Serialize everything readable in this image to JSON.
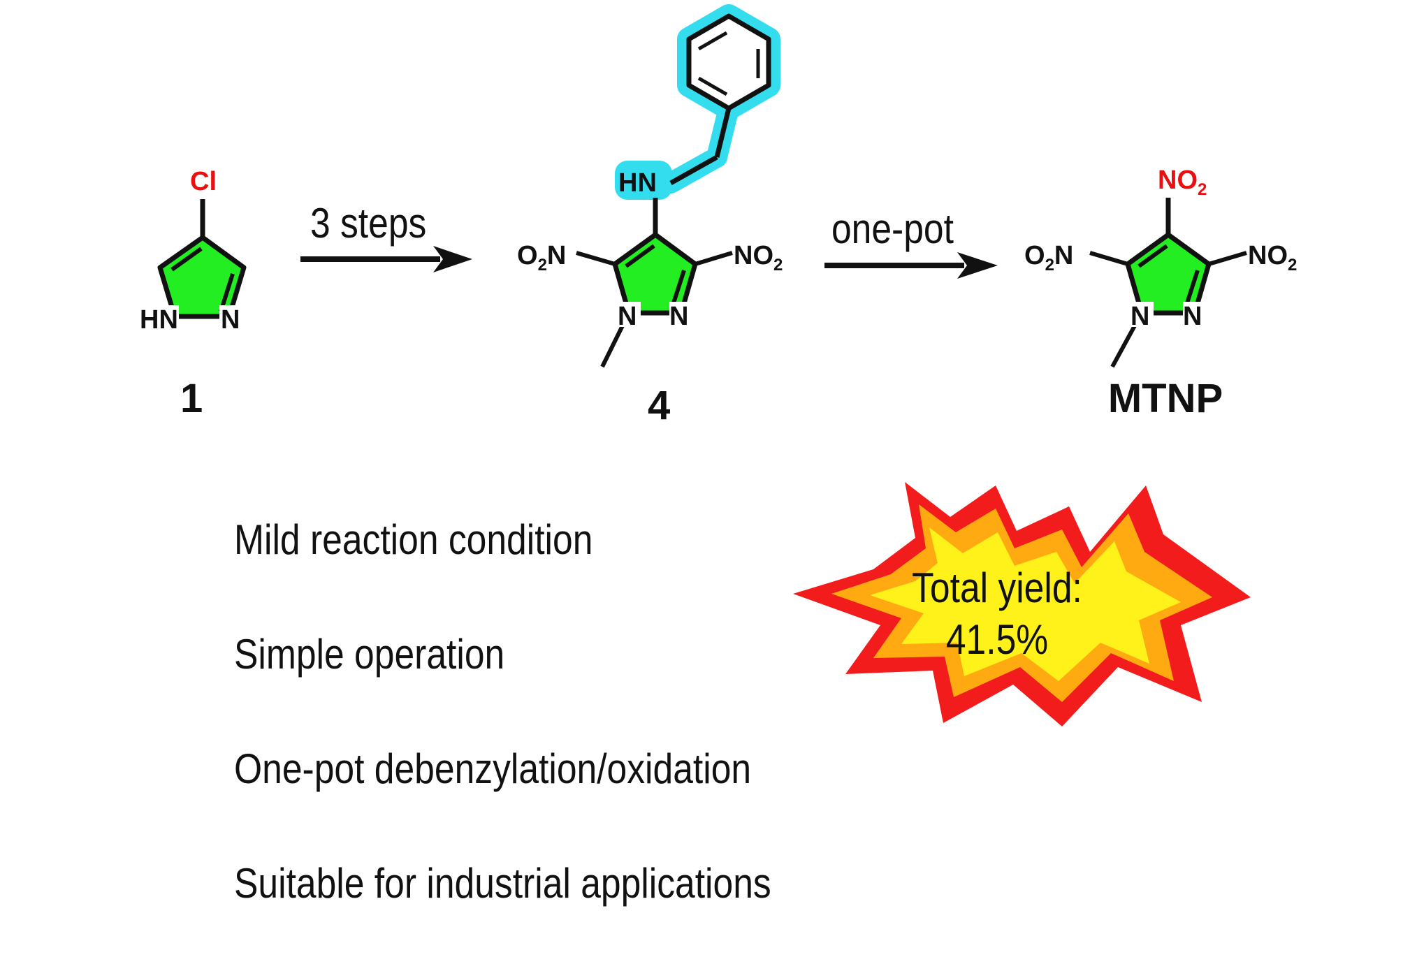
{
  "scheme": {
    "compound1": {
      "label": "1",
      "substituent": "Cl",
      "ring_nh": "HN",
      "ring_n": "N"
    },
    "arrow1": {
      "label": "3 steps"
    },
    "compound4": {
      "label": "4",
      "amine": "HN",
      "left_group": {
        "o": "O",
        "sub": "2",
        "n": "N"
      },
      "right_group": {
        "n": "NO",
        "sub": "2"
      },
      "ring_n1": "N",
      "ring_n2": "N"
    },
    "arrow2": {
      "label": "one-pot"
    },
    "product": {
      "label": "MTNP",
      "top_group": {
        "n": "NO",
        "sub": "2"
      },
      "left_group": {
        "o": "O",
        "sub": "2",
        "n": "N"
      },
      "right_group": {
        "n": "NO",
        "sub": "2"
      },
      "ring_n1": "N",
      "ring_n2": "N"
    }
  },
  "features": [
    "Mild reaction condition",
    "Simple operation",
    "One-pot debenzylation/oxidation",
    "Suitable for industrial applications"
  ],
  "burst": {
    "line1": "Total yield:",
    "line2": "41.5%"
  },
  "colors": {
    "ring_fill": "#22ee22",
    "highlight": "#33ddee",
    "chlorine": "#e81010",
    "burst_outer": "#f21c1c",
    "burst_mid": "#ffaa11",
    "burst_inner": "#fff21a"
  }
}
